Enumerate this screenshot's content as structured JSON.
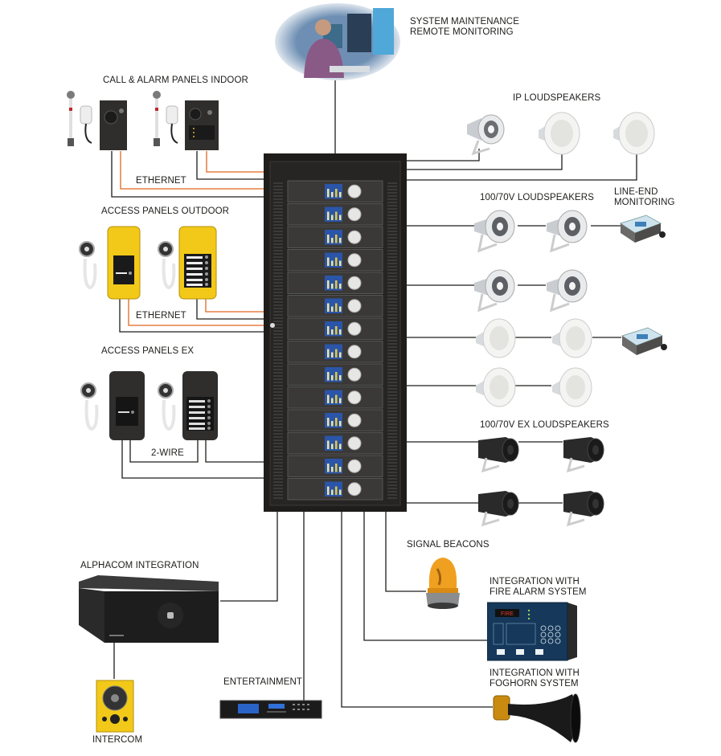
{
  "title": "Public Address System Overview",
  "colors": {
    "wire_black": "#1d1d1b",
    "wire_ethernet": "#e0661f",
    "rack": "#1e1d1b",
    "panel_yellow": "#f2c918",
    "panel_ex": "#2f2e2c"
  },
  "labels": {
    "maintenance_line1": "SYSTEM MAINTENANCE",
    "maintenance_line2": "REMOTE MONITORING",
    "call_alarm": "CALL & ALARM PANELS INDOOR",
    "ethernet_1": "ETHERNET",
    "access_outdoor": "ACCESS PANELS OUTDOOR",
    "ethernet_2": "ETHERNET",
    "access_ex": "ACCESS PANELS EX",
    "two_wire": "2-WIRE",
    "ip_loudspeakers": "IP LOUDSPEAKERS",
    "loudspeakers_100_70": "100/70V LOUDSPEAKERS",
    "line_end_1": "LINE-END",
    "line_end_2": "MONITORING",
    "ex_loudspeakers": "100/70V EX LOUDSPEAKERS",
    "signal_beacons": "SIGNAL BEACONS",
    "fire_alarm_1": "INTEGRATION WITH",
    "fire_alarm_2": "FIRE ALARM SYSTEM",
    "foghorn_1": "INTEGRATION WITH",
    "foghorn_2": "FOGHORN SYSTEM",
    "alphacom": "ALPHACOM INTEGRATION",
    "entertainment": "ENTERTAINMENT",
    "intercom": "INTERCOM"
  },
  "fire_panel": {
    "display": "FIRE"
  },
  "rack": {
    "units": 14
  }
}
